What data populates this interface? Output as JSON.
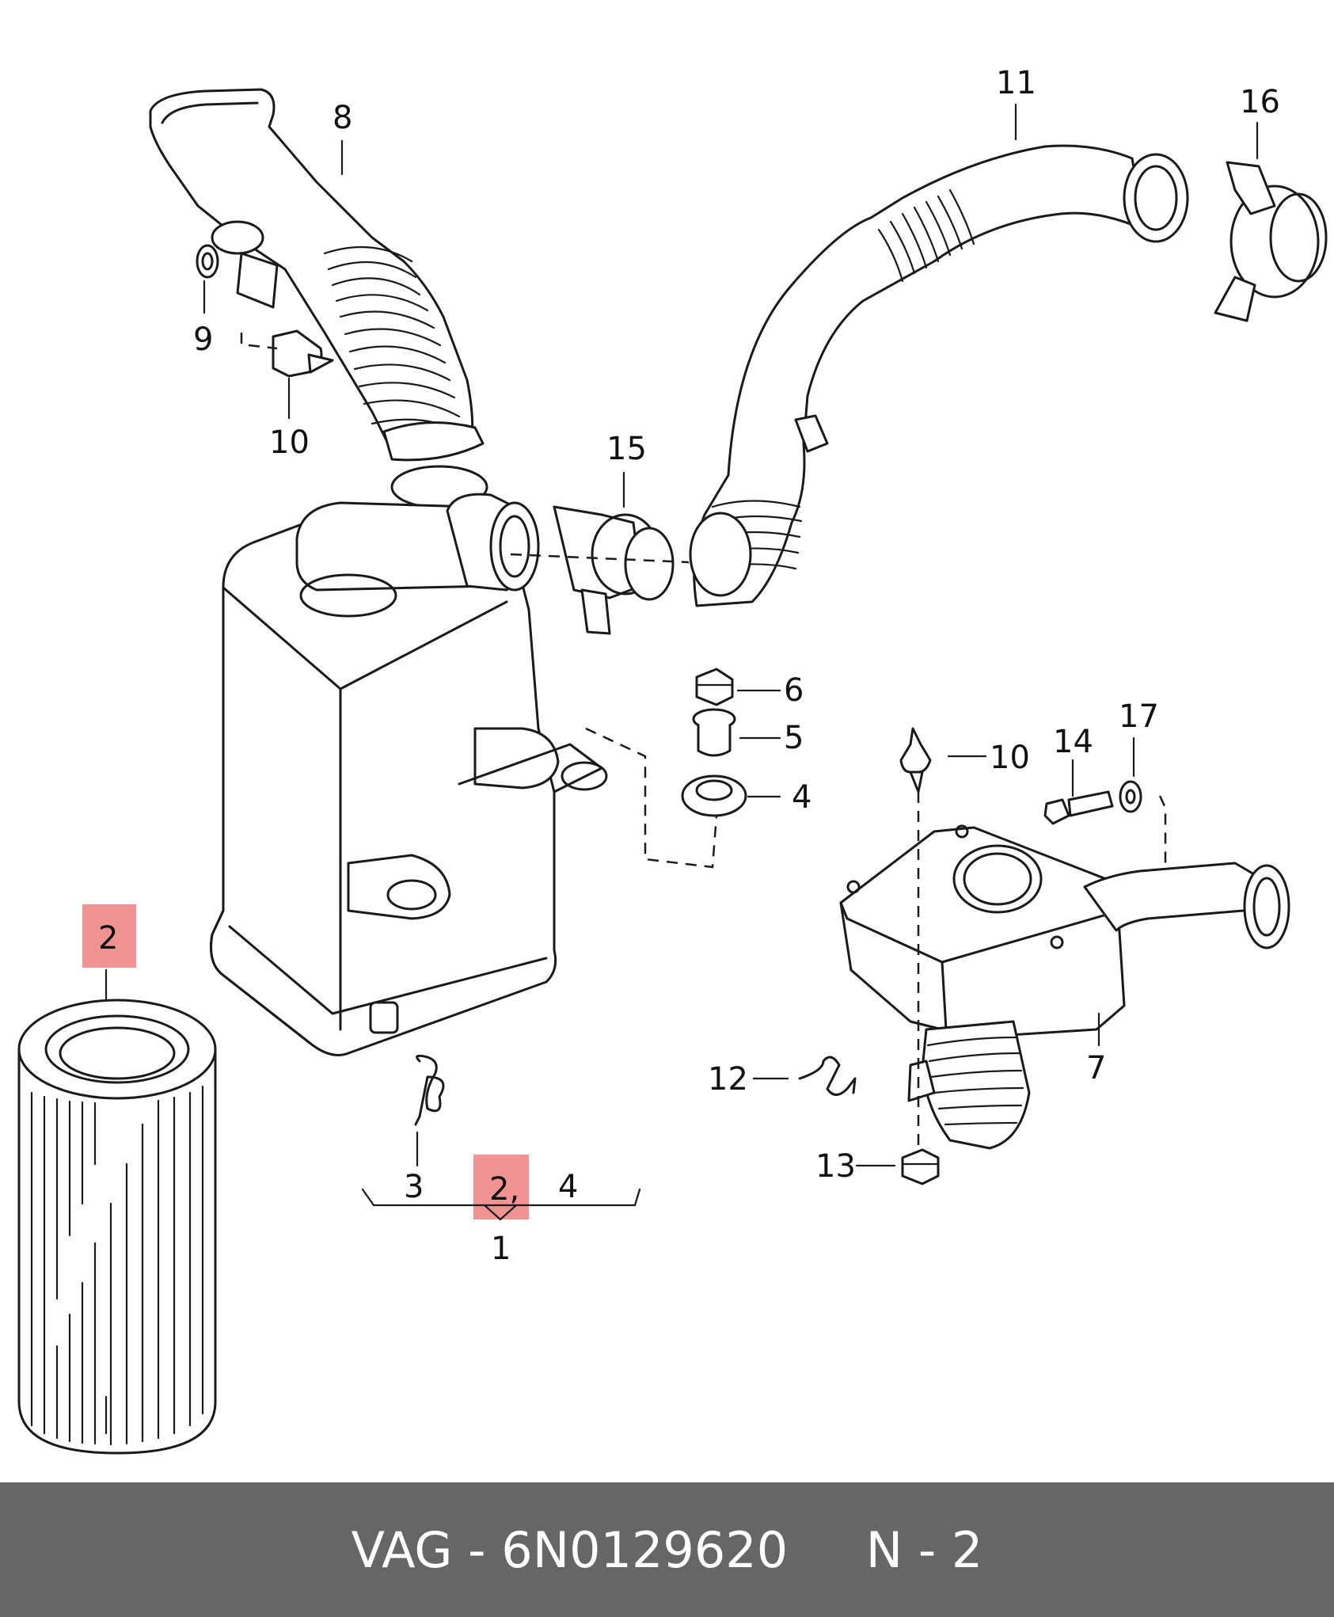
{
  "callouts": {
    "c1": "1",
    "c2": "2",
    "c2b": "2,",
    "c3": "3",
    "c4": "4",
    "c4b": "4",
    "c5": "5",
    "c6": "6",
    "c7": "7",
    "c8": "8",
    "c9": "9",
    "c10a": "10",
    "c10b": "10",
    "c11": "11",
    "c12": "12",
    "c13": "13",
    "c14": "14",
    "c15": "15",
    "c16": "16",
    "c17": "17"
  },
  "highlight_color": "#f08080",
  "footer": {
    "brand": "VAG",
    "part_number": "6N0129620",
    "position": "N - 2",
    "text": "VAG - 6N0129620     N - 2"
  }
}
